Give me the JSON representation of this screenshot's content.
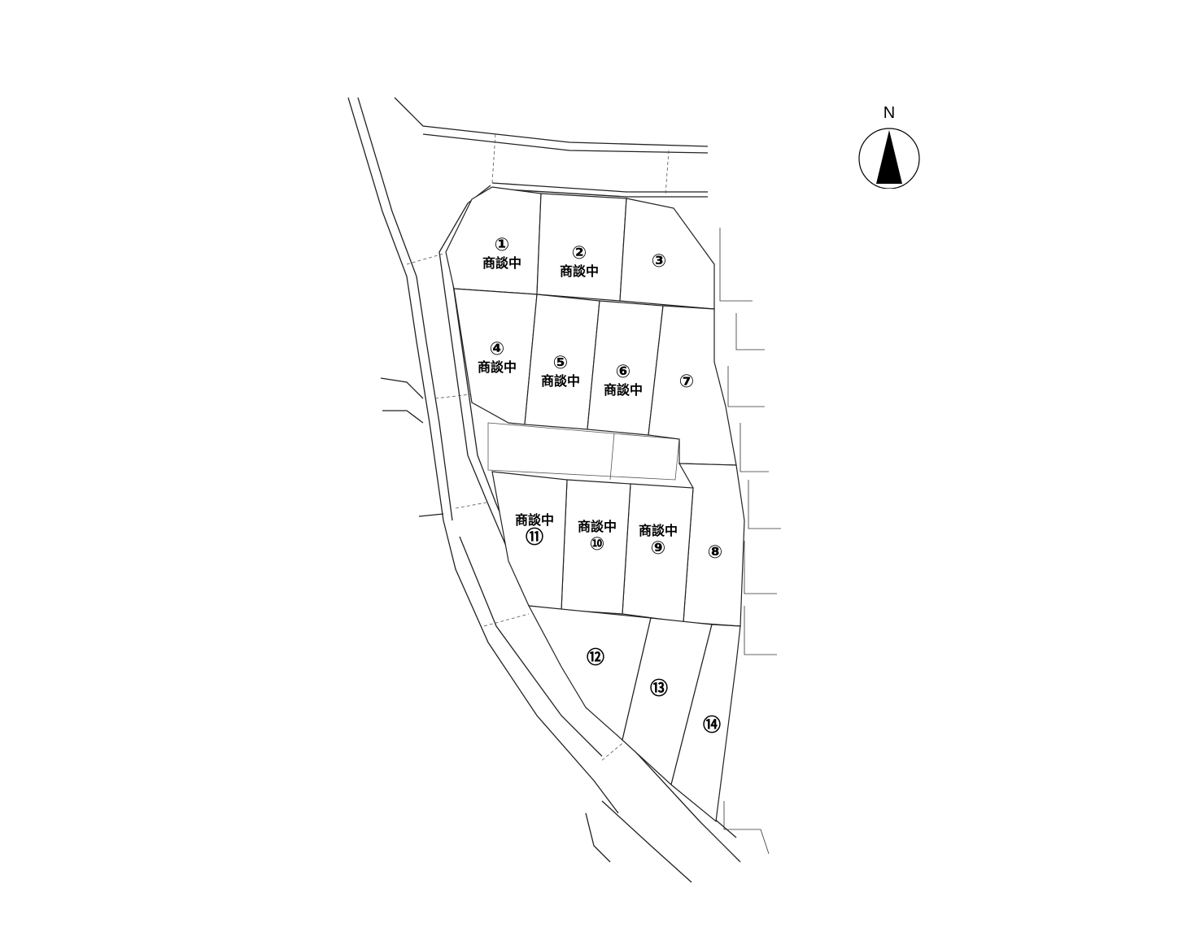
{
  "compass": {
    "label": "N"
  },
  "lots": [
    {
      "number": "①",
      "status": "商談中"
    },
    {
      "number": "②",
      "status": "商談中"
    },
    {
      "number": "③",
      "status": ""
    },
    {
      "number": "④",
      "status": "商談中"
    },
    {
      "number": "⑤",
      "status": "商談中"
    },
    {
      "number": "⑥",
      "status": "商談中"
    },
    {
      "number": "⑦",
      "status": ""
    },
    {
      "number": "⑧",
      "status": ""
    },
    {
      "number": "⑨",
      "status": "商談中"
    },
    {
      "number": "⑩",
      "status": "商談中"
    },
    {
      "number": "⑪",
      "status": "商談中"
    },
    {
      "number": "⑫",
      "status": ""
    },
    {
      "number": "⑬",
      "status": ""
    },
    {
      "number": "⑭",
      "status": ""
    }
  ]
}
